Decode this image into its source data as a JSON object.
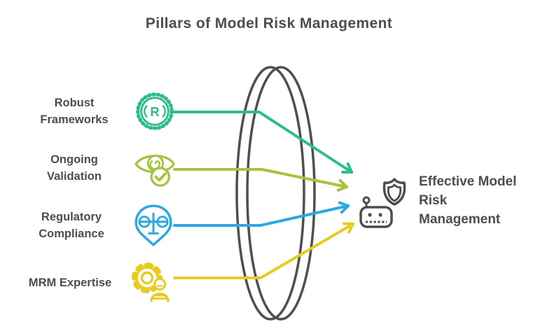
{
  "title": "Pillars of Model Risk Management",
  "colors": {
    "dark_gray": "#4d4d4d",
    "green": "#2dbd8c",
    "lime": "#a5c33b",
    "blue": "#2ba9e0",
    "yellow": "#e7cc1f",
    "background": "#ffffff"
  },
  "lens": {
    "name": "converging-lens-shape"
  },
  "pillars": [
    {
      "id": "robust-frameworks",
      "lines": [
        "Robust",
        "Frameworks"
      ],
      "color": "#2dbd8c",
      "icon": "certified-seal-r-icon",
      "arrow_color": "#2dbd8c"
    },
    {
      "id": "ongoing-validation",
      "lines": [
        "Ongoing",
        "Validation"
      ],
      "color": "#a5c33b",
      "icon": "eye-checkmark-icon",
      "arrow_color": "#a5c33b"
    },
    {
      "id": "regulatory-compliance",
      "lines": [
        "Regulatory",
        "Compliance"
      ],
      "color": "#2ba9e0",
      "icon": "scales-pin-icon",
      "arrow_color": "#2ba9e0"
    },
    {
      "id": "mrm-expertise",
      "lines": [
        "MRM Expertise"
      ],
      "color": "#e7cc1f",
      "icon": "gear-person-icon",
      "arrow_color": "#e7cc1f"
    }
  ],
  "result": {
    "id": "effective-model-risk-management",
    "lines": [
      "Effective Model",
      "Risk",
      "Management"
    ],
    "icon": "robot-shield-icon",
    "color": "#4d4d4d"
  }
}
